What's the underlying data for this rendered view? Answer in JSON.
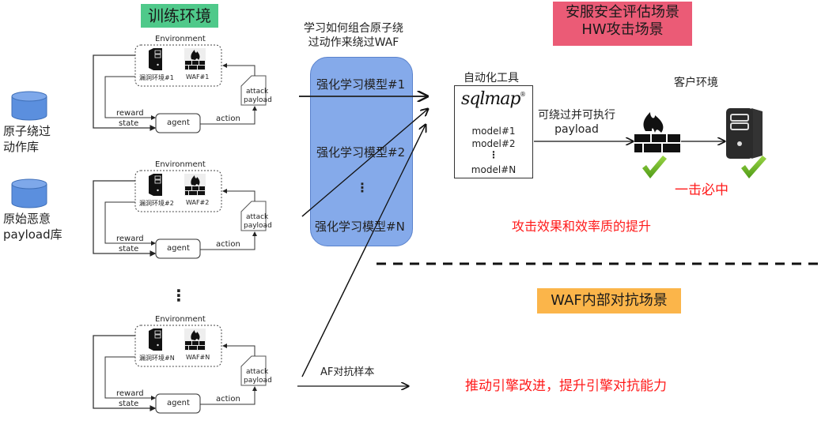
{
  "badges": {
    "training": "训练环境",
    "scenario_top_line1": "安服安全评估场景",
    "scenario_top_line2": "HW攻击场景",
    "scenario_bottom": "WAF内部对抗场景"
  },
  "databases": [
    {
      "line1": "原子绕过",
      "line2": "动作库",
      "icon": "database-icon"
    },
    {
      "line1": "原始恶意",
      "line2": "payload库",
      "icon": "database-icon"
    }
  ],
  "environments": [
    {
      "title": "Environment",
      "server_label": "漏洞环境#1",
      "waf_label": "WAF#1",
      "agent": "agent",
      "reward": "reward",
      "state": "state",
      "action": "action",
      "payload_line1": "attack",
      "payload_line2": "payload"
    },
    {
      "title": "Environment",
      "server_label": "漏洞环境#2",
      "waf_label": "WAF#2",
      "agent": "agent",
      "reward": "reward",
      "state": "state",
      "action": "action",
      "payload_line1": "attack",
      "payload_line2": "payload"
    },
    {
      "title": "Environment",
      "server_label": "漏洞环境#N",
      "waf_label": "WAF#N",
      "agent": "agent",
      "reward": "reward",
      "state": "state",
      "action": "action",
      "payload_line1": "attack",
      "payload_line2": "payload"
    }
  ],
  "ellipsis": "⋮",
  "rl": {
    "caption_line1": "学习如何组合原子绕",
    "caption_line2": "过动作来绕过WAF",
    "models": [
      "强化学习模型#1",
      "强化学习模型#2",
      "强化学习模型#N"
    ]
  },
  "tool": {
    "title": "自动化工具",
    "logo": "sqlmap",
    "models": [
      "model#1",
      "model#2",
      "⋮",
      "model#N"
    ]
  },
  "flow": {
    "bypass_line1": "可绕过并可执行",
    "bypass_line2": "payload",
    "customer_env": "客户环境",
    "hit": "一击必中",
    "improvement": "攻击效果和效率质的提升",
    "adversarial_samples": "AF对抗样本",
    "engine_improve": "推动引擎改进，提升引擎对抗能力"
  },
  "colors": {
    "training_badge": "#4fc98a",
    "scenario_badge": "#eb5b76",
    "waf_badge": "#fbb54a",
    "rl_box": "#85aaea",
    "db": "#5b8fde",
    "highlight_text": "#ff1a1a",
    "check": "#6ab022"
  }
}
